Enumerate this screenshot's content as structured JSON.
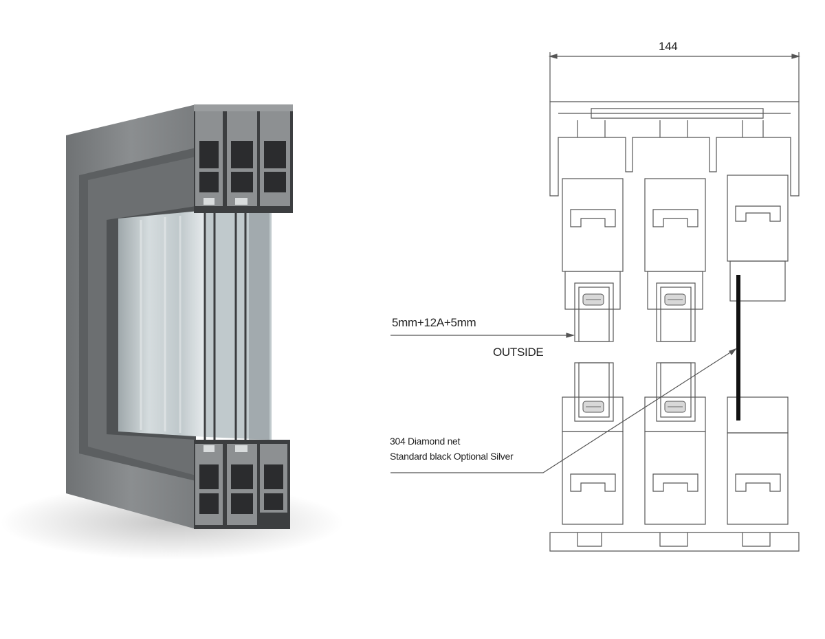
{
  "drawing": {
    "dimension_label": "144",
    "glass_spec_label": "5mm+12A+5mm",
    "outside_label": "OUTSIDE",
    "net_label_line1": "304 Diamond net",
    "net_label_line2": "Standard black  Optional Silver"
  },
  "colors": {
    "frame_face": "#7f8284",
    "frame_dark": "#3a3b3d",
    "glass": "#c9d3d6",
    "line": "#555555",
    "mesh": "#111111"
  }
}
